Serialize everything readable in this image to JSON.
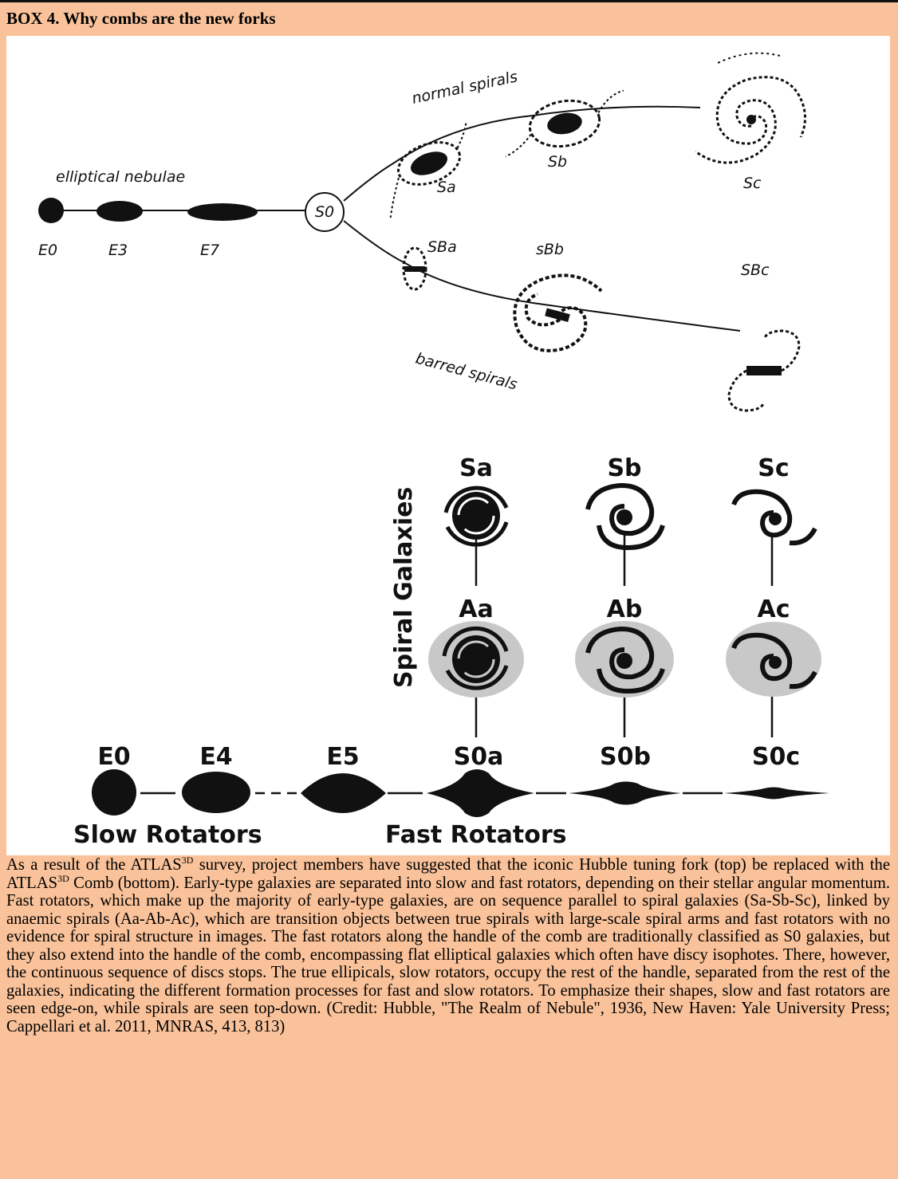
{
  "box": {
    "title": "BOX 4. Why combs are the new forks"
  },
  "hubble_fork": {
    "elliptical_label": "elliptical nebulae",
    "normal_label": "normal spirals",
    "barred_label": "barred spirals",
    "e0": "E0",
    "e3": "E3",
    "e7": "E7",
    "s0": "S0",
    "sa": "Sa",
    "sb": "Sb",
    "sc": "Sc",
    "sba": "SBa",
    "sbb": "sBb",
    "sbc": "SBc"
  },
  "atlas_comb": {
    "spiral_galaxies_label": "Spiral Galaxies",
    "sa": "Sa",
    "sb": "Sb",
    "sc": "Sc",
    "aa": "Aa",
    "ab": "Ab",
    "ac": "Ac",
    "e0": "E0",
    "e4": "E4",
    "e5": "E5",
    "s0a": "S0a",
    "s0b": "S0b",
    "s0c": "S0c",
    "slow_rotators": "Slow Rotators",
    "fast_rotators": "Fast Rotators"
  },
  "caption": {
    "p1": "As a result of the ATLAS",
    "sup1": "3D",
    "p2": " survey, project members have suggested that the iconic Hubble tuning fork (top) be replaced with the ATLAS",
    "sup2": "3D",
    "p3": " Comb (bottom). Early-type galaxies are separated into slow and fast rotators, depending on their stellar angular momentum. Fast rotators, which make up the majority of early-type galaxies, are on sequence parallel to spiral galaxies (Sa-Sb-Sc), linked by anaemic spirals (Aa-Ab-Ac), which are transition objects between true spirals with large-scale spiral arms and fast rotators with no evidence for spiral structure in images. The fast rotators along the handle of the comb are traditionally classified as S0 galaxies, but they also extend into the handle of the comb, encompassing flat elliptical galaxies which often have discy isophotes. There, however, the continuous sequence of discs stops. The true ellipicals, slow rotators, occupy the rest of the handle, separated from the rest of the galaxies, indicating the different formation processes for fast and slow rotators. To emphasize their shapes, slow and fast rotators are seen edge-on, while spirals are seen top-down. (Credit: Hubble, \"The Realm of Nebule\", 1936, New Haven: Yale University Press; Cappellari et al. 2011, MNRAS, 413, 813)"
  },
  "colors": {
    "box_background": "#f9c29a",
    "ink": "#111111",
    "anaemic_disc": "#c8c8c8"
  }
}
